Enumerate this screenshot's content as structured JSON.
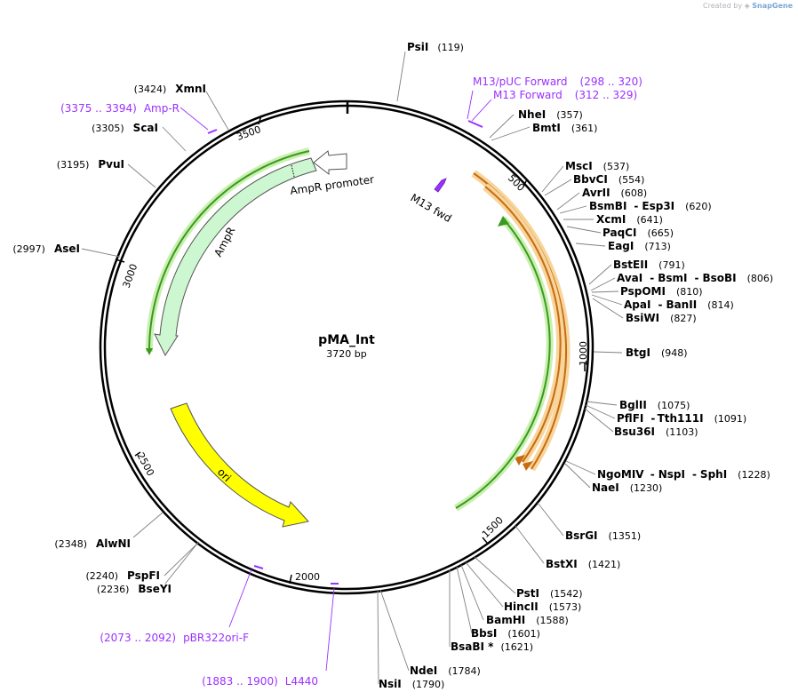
{
  "credit": {
    "prefix": "Created by",
    "brand": "SnapGene"
  },
  "plasmid": {
    "name": "pMA_Int",
    "length_text": "3720 bp",
    "length": 3720
  },
  "ticks": [
    "500",
    "1000",
    "1500",
    "2000",
    "2500",
    "3000",
    "3500"
  ],
  "sites": [
    {
      "id": "psi",
      "name": "PsiI",
      "pos": "(119)"
    },
    {
      "id": "nhe",
      "name": "NheI",
      "pos": "(357)"
    },
    {
      "id": "bmt",
      "name": "BmtI",
      "pos": "(361)"
    },
    {
      "id": "msc",
      "name": "MscI",
      "pos": "(537)"
    },
    {
      "id": "bbvc",
      "name": "BbvCI",
      "pos": "(554)"
    },
    {
      "id": "avr",
      "name": "AvrII",
      "pos": "(608)"
    },
    {
      "id": "bsmbi",
      "name": "BsmBI",
      "sep": "-",
      "name2": "Esp3I",
      "pos": "(620)"
    },
    {
      "id": "xcm",
      "name": "XcmI",
      "pos": "(641)"
    },
    {
      "id": "paq",
      "name": "PaqCI",
      "pos": "(665)"
    },
    {
      "id": "eag",
      "name": "EagI",
      "pos": "(713)"
    },
    {
      "id": "bste",
      "name": "BstEII",
      "pos": "(791)"
    },
    {
      "id": "ava",
      "name": "AvaI",
      "sep": "-",
      "name2": "BsmI",
      "sep2": "-",
      "name3": "BsoBI",
      "pos": "(806)"
    },
    {
      "id": "psp",
      "name": "PspOMI",
      "pos": "(810)"
    },
    {
      "id": "apa",
      "name": "ApaI",
      "sep": "-",
      "name2": "BanII",
      "pos": "(814)"
    },
    {
      "id": "bsiw",
      "name": "BsiWI",
      "pos": "(827)"
    },
    {
      "id": "btg",
      "name": "BtgI",
      "pos": "(948)"
    },
    {
      "id": "bgl",
      "name": "BglII",
      "pos": "(1075)"
    },
    {
      "id": "pflf",
      "name": "PflFI",
      "sep": "-",
      "name2": "Tth111I",
      "pos": "(1091)"
    },
    {
      "id": "bsu",
      "name": "Bsu36I",
      "pos": "(1103)"
    },
    {
      "id": "ngo",
      "name": "NgoMIV",
      "sep": "-",
      "name2": "NspI",
      "sep2": "-",
      "name3": "SphI",
      "pos": "(1228)"
    },
    {
      "id": "nae",
      "name": "NaeI",
      "pos": "(1230)"
    },
    {
      "id": "bsrg",
      "name": "BsrGI",
      "pos": "(1351)"
    },
    {
      "id": "bstx",
      "name": "BstXI",
      "pos": "(1421)"
    },
    {
      "id": "pst",
      "name": "PstI",
      "pos": "(1542)"
    },
    {
      "id": "hinc",
      "name": "HincII",
      "pos": "(1573)"
    },
    {
      "id": "bam",
      "name": "BamHI",
      "pos": "(1588)"
    },
    {
      "id": "bbs",
      "name": "BbsI",
      "pos": "(1601)"
    },
    {
      "id": "bsab",
      "name": "BsaBI *",
      "pos": "(1621)"
    },
    {
      "id": "nde",
      "name": "NdeI",
      "pos": "(1784)"
    },
    {
      "id": "nsi",
      "name": "NsiI",
      "pos": "(1790)"
    },
    {
      "id": "alwn",
      "name": "AlwNI",
      "pos": "(2348)"
    },
    {
      "id": "pspf",
      "name": "PspFI",
      "pos": "(2240)"
    },
    {
      "id": "bsey",
      "name": "BseYI",
      "pos": "(2236)"
    },
    {
      "id": "ase",
      "name": "AseI",
      "pos": "(2997)"
    },
    {
      "id": "pvu",
      "name": "PvuI",
      "pos": "(3195)"
    },
    {
      "id": "sca",
      "name": "ScaI",
      "pos": "(3305)"
    },
    {
      "id": "xmn",
      "name": "XmnI",
      "pos": "(3424)"
    }
  ],
  "primers": [
    {
      "id": "m13puc",
      "name": "M13/pUC Forward",
      "range": "(298 .. 320)"
    },
    {
      "id": "m13f",
      "name": "M13 Forward",
      "range": "(312 .. 329)"
    },
    {
      "id": "ampr",
      "name": "Amp-R",
      "range": "(3375 .. 3394)"
    },
    {
      "id": "pbr",
      "name": "pBR322ori-F",
      "range": "(2073 .. 2092)"
    },
    {
      "id": "l4440",
      "name": "L4440",
      "range": "(1883 .. 1900)"
    }
  ],
  "features": {
    "amp_promoter": "AmpR promoter",
    "ampr": "AmpR",
    "ori": "ori",
    "m13fwd": "M13 fwd"
  },
  "colors": {
    "backbone": "#000000",
    "ampr_fill": "#ccf7d1",
    "ori_fill": "#ffff00",
    "primer": "#9b30ff",
    "orf_green": "#3a9a1e",
    "orf_orange": "#c86a10",
    "orf_glow": "#f7d59b",
    "green_glow": "#c9f0b0"
  }
}
